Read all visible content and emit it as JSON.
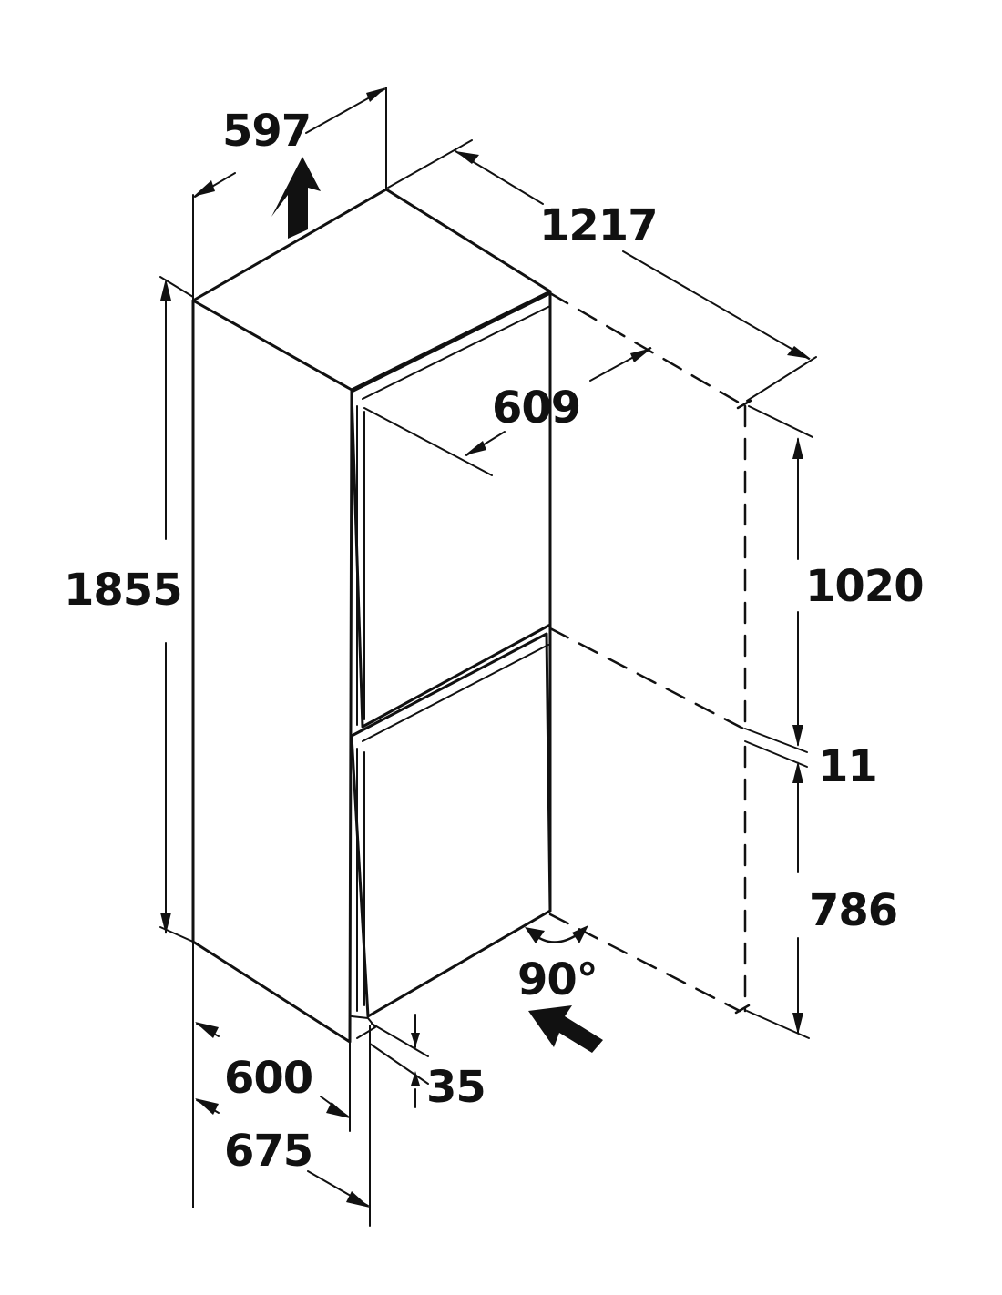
{
  "dimensions": {
    "top_width": "597",
    "depth_with_door_open": "1217",
    "door_open_depth": "609",
    "overall_height": "1855",
    "upper_door_height": "1020",
    "door_gap": "11",
    "lower_door_height": "786",
    "depth": "600",
    "depth_with_handle": "675",
    "plinth_height": "35",
    "door_opening_angle": "90°"
  },
  "colors": {
    "line": "#111111",
    "background": "#ffffff"
  }
}
